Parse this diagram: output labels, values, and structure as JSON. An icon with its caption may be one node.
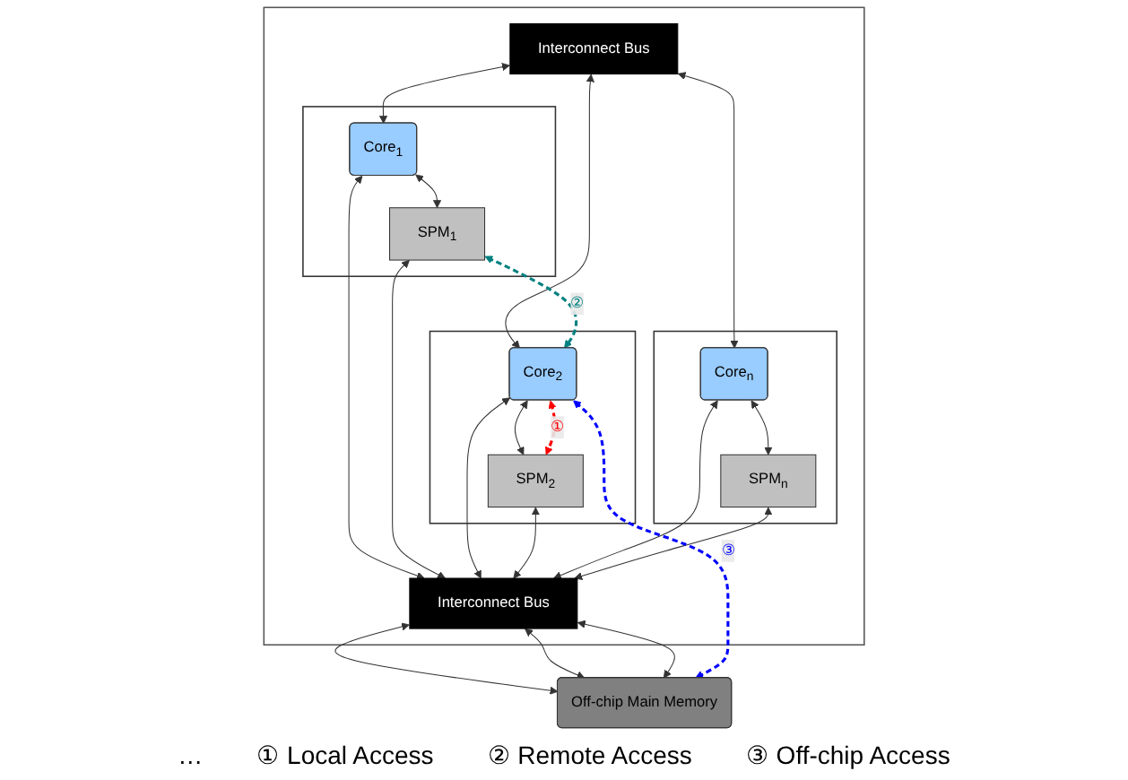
{
  "diagram": {
    "nodes": [
      {
        "text": [],
        "shape": "box"
      },
      {
        "text": [
          "Interconnect Bus"
        ],
        "in": 0
      },
      {
        "text": [],
        "shape": "box",
        "in": 0
      },
      {
        "text": [
          "Core$_{1}$"
        ],
        "in": 2
      },
      {
        "text": [
          "SPM$_{1}$"
        ],
        "in": 2
      },
      {
        "text": [],
        "shape": "box",
        "in": 0
      },
      {
        "text": [
          "Core$_{2}$"
        ],
        "in": 5
      },
      {
        "text": [
          "SPM$_{2}$"
        ],
        "in": 5
      },
      {
        "text": [],
        "shape": "box",
        "in": 0
      },
      {
        "text": [
          "Core$_{n}$"
        ],
        "in": 8
      },
      {
        "text": [
          "SPM$_{n}$"
        ],
        "in": 8
      },
      {
        "text": [
          "Interconnect Bus"
        ],
        "in": 0
      },
      {
        "text": [
          "Off-chip Main Memory"
        ]
      }
    ],
    "edges": [
      {
        "from": 1,
        "to": 3,
        "arrow": "both"
      },
      {
        "from": 1,
        "to": 6,
        "arrow": "both"
      },
      {
        "from": 1,
        "to": 9,
        "arrow": "both"
      },
      {
        "from": 3,
        "to": 4,
        "arrow": "both"
      },
      {
        "from": 3,
        "to": 11,
        "arrow": "both"
      },
      {
        "from": 4,
        "to": 11,
        "arrow": "both"
      },
      {
        "from": 6,
        "to": 7,
        "arrow": "both"
      },
      {
        "from": 6,
        "to": 11,
        "arrow": "both"
      },
      {
        "from": 7,
        "to": 11,
        "arrow": "both"
      },
      {
        "from": 9,
        "to": 10,
        "arrow": "both"
      },
      {
        "from": 9,
        "to": 11,
        "arrow": "both"
      },
      {
        "from": 10,
        "to": 11,
        "arrow": "both"
      },
      {
        "from": 11,
        "to": 12,
        "arrow": "both"
      },
      {
        "from": 11,
        "to": 12,
        "arrow": "both"
      },
      {
        "from": 11,
        "to": 12,
        "arrow": "both"
      },
      {
        "from": 6,
        "to": 7,
        "arrow": "both",
        "label": "①",
        "style": "dashed",
        "color": "#ff0000"
      },
      {
        "from": 4,
        "to": 6,
        "arrow": "both",
        "label": "②",
        "style": "dashed",
        "color": "#008080"
      },
      {
        "from": 6,
        "to": 12,
        "arrow": "both",
        "label": "③",
        "style": "dashed",
        "color": "#0000ff"
      }
    ],
    "labels": [
      "…",
      "① Local Access",
      "② Remote Access",
      "③ Off-chip Access"
    ]
  }
}
